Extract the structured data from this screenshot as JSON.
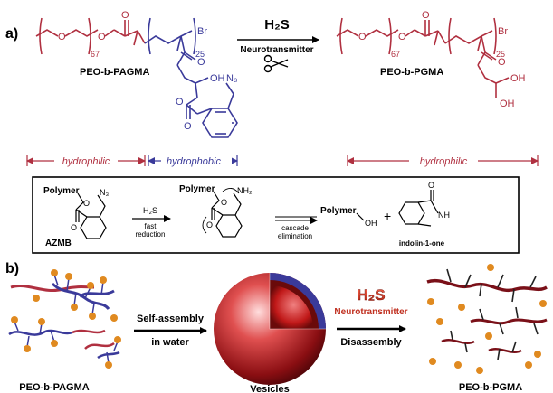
{
  "panel_a": {
    "label": "a)",
    "reagent": "H₂S",
    "reagent_sub": "Neurotransmitter",
    "left_polymer": "PEO-b-PAGMA",
    "right_polymer": "PEO-b-PGMA",
    "sub_67": "67",
    "sub_25": "25",
    "br": "Br",
    "oh": "OH",
    "n3": "N₃",
    "hydrophilic": "hydrophilic",
    "hydrophobic": "hydrophobic"
  },
  "mechanism": {
    "polymer": "Polymer",
    "azmb": "AZMB",
    "n3": "N₃",
    "h2s": "H₂S",
    "fast": "fast",
    "reduction": "reduction",
    "nh2": "NH₂",
    "cascade": "cascade",
    "elimination": "elimination",
    "oh": "OH",
    "plus": "+",
    "nh": "NH",
    "o": "O",
    "indolin": "indolin-1-one"
  },
  "panel_b": {
    "label": "b)",
    "self_assembly": "Self-assembly",
    "in_water": "in water",
    "h2s": "H₂S",
    "neurotransmitter": "Neurotransmitter",
    "disassembly": "Disassembly",
    "left_polymer": "PEO-b-PAGMA",
    "vesicles": "Vesicles",
    "right_polymer": "PEO-b-PGMA"
  },
  "colors": {
    "red": "#b03040",
    "blue": "#3a3a9a",
    "orange": "#e08a20"
  }
}
